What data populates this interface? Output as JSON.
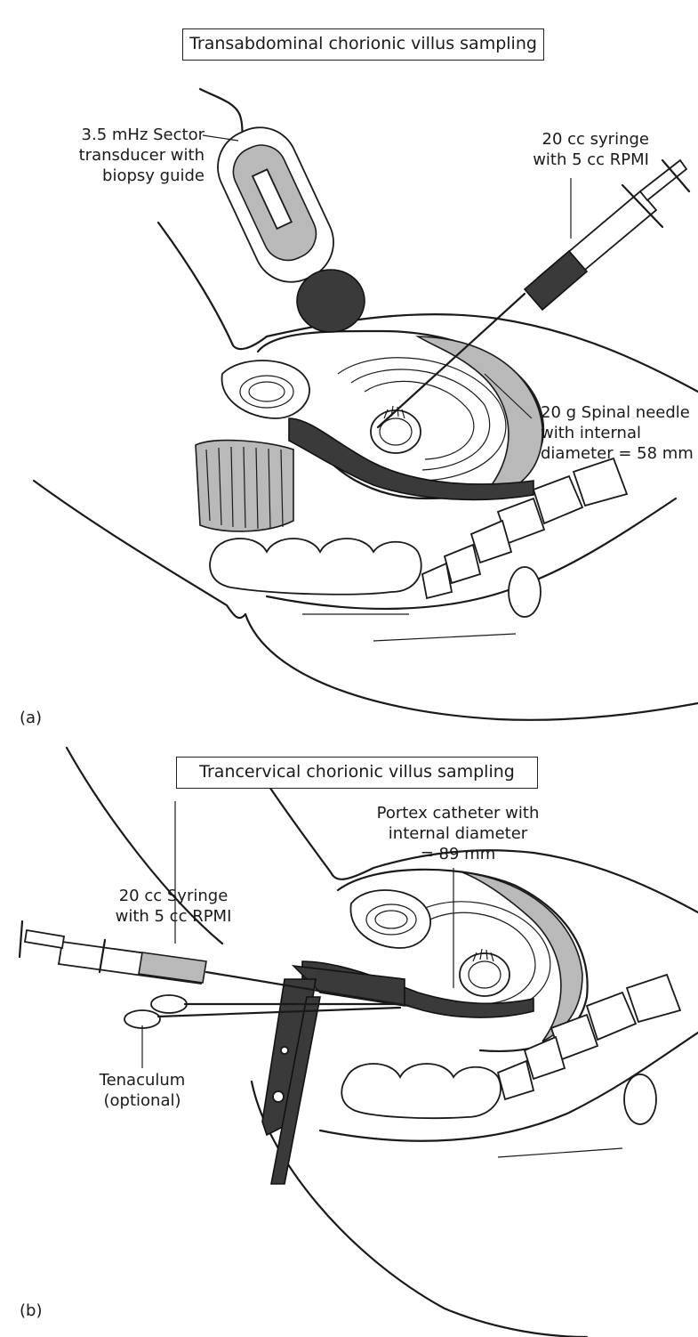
{
  "panel_a": {
    "title": "Transabdominal chorionic villus  sampling",
    "label_transducer": "3.5 mHz Sector\ntransducer with\nbiopsy guide",
    "label_syringe": "20 cc syringe\nwith 5 cc RPMI",
    "label_needle": "20 g Spinal needle\nwith internal\ndiameter = 58 mm",
    "letter": "(a)"
  },
  "panel_b": {
    "title": "Trancervical chorionic villus sampling",
    "label_catheter": "Portex catheter with\ninternal diameter\n= 89 mm",
    "label_syringe": "20 cc Syringe\nwith 5 cc RPMI",
    "label_tenaculum": "Tenaculum\n(optional)",
    "letter": "(b)"
  },
  "icons": {
    "transducer": "ultrasound-transducer-icon",
    "syringe": "syringe-icon",
    "needle": "spinal-needle-icon",
    "catheter": "catheter-icon",
    "tenaculum": "tenaculum-icon",
    "speculum": "speculum-icon",
    "uterus": "uterus-cross-section-icon"
  },
  "colors": {
    "shading": "#b9b9b9",
    "dark_fill": "#3a3a3a",
    "line": "#1a1a1a"
  }
}
